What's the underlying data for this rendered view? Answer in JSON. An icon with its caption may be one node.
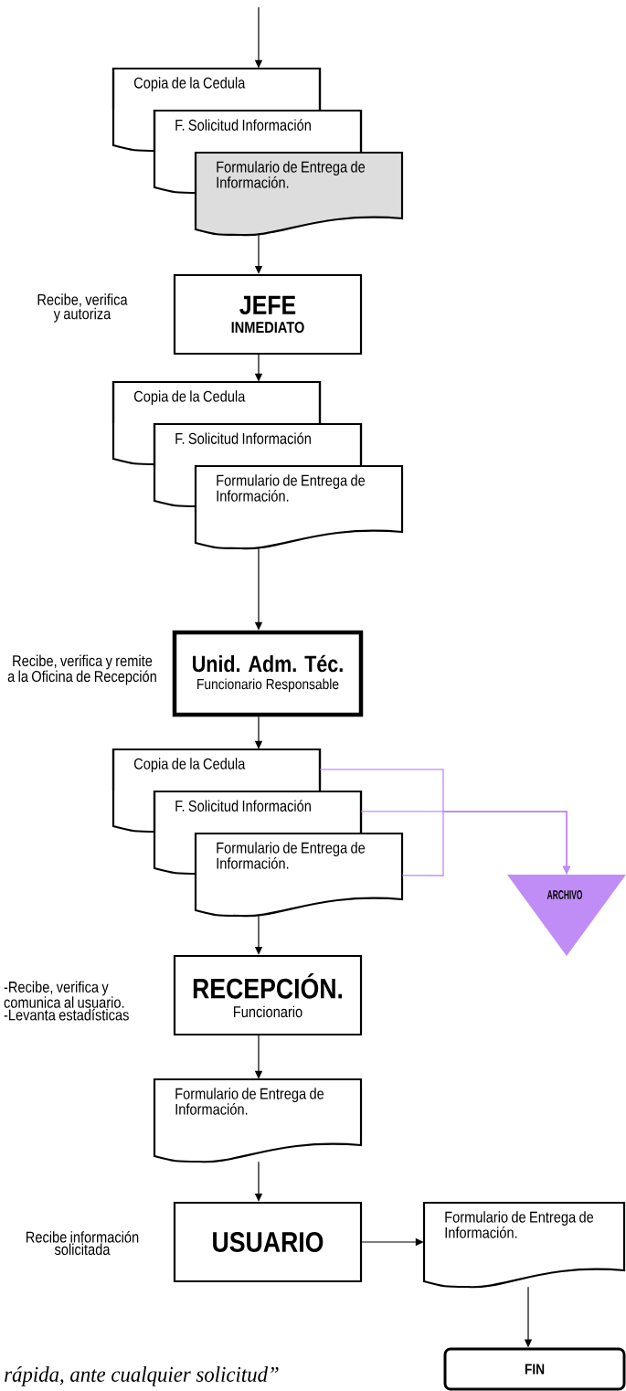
{
  "diagram": {
    "nodes": [
      {
        "text": [
          "Copia de la Cedula"
        ]
      },
      {
        "text": [
          "F. Solicitud Información"
        ]
      },
      {
        "text": [
          "Formulario de Entrega de Información."
        ]
      },
      {
        "text": [
          "JEFE",
          "INMEDIATO"
        ],
        "beside": [
          "Recibe, verifica y autoriza"
        ]
      },
      {
        "text": [
          "Copia de la Cedula"
        ]
      },
      {
        "text": [
          "F. Solicitud Información"
        ]
      },
      {
        "text": [
          "Formulario de Entrega de Información."
        ]
      },
      {
        "text": [
          "Unid. Adm.  Téc.",
          "Funcionario Responsable"
        ],
        "beside": [
          "Recibe, verifica y remite a la Oficina de Recepción"
        ]
      },
      {
        "text": [
          "Copia de la Cedula"
        ]
      },
      {
        "text": [
          "F. Solicitud Información"
        ]
      },
      {
        "text": [
          "Formulario de Entrega de Información."
        ]
      },
      {
        "text": [
          "ARCHIVO"
        ]
      },
      {
        "text": [
          "RECEPCIÓN.",
          "Funcionario"
        ],
        "beside": [
          "-Recibe, verifica y comunica al usuario. -Levanta estadísticas"
        ]
      },
      {
        "text": [
          "Formulario de Entrega de Información."
        ]
      },
      {
        "text": [
          "USUARIO"
        ],
        "beside": [
          "Recibe información solicitada"
        ]
      },
      {
        "text": [
          "Formulario de Entrega de Información."
        ]
      },
      {
        "text": [
          "FIN"
        ]
      }
    ],
    "edges": [
      {
        "from": null,
        "to": 0,
        "arrow": "to"
      },
      {
        "from": 2,
        "to": 3,
        "arrow": "to"
      },
      {
        "from": 3,
        "to": 4,
        "arrow": "to"
      },
      {
        "from": 6,
        "to": 7,
        "arrow": "to"
      },
      {
        "from": 7,
        "to": 8,
        "arrow": "to"
      },
      {
        "from": 8,
        "to": 11,
        "arrow": "to",
        "color": "#c08cf5"
      },
      {
        "from": 9,
        "to": 11,
        "arrow": "to",
        "color": "#c08cf5"
      },
      {
        "from": 10,
        "to": 11,
        "arrow": "to",
        "color": "#c08cf5"
      },
      {
        "from": 10,
        "to": 12,
        "arrow": "to"
      },
      {
        "from": 12,
        "to": 13,
        "arrow": "to"
      },
      {
        "from": 13,
        "to": 14,
        "arrow": "to"
      },
      {
        "from": 14,
        "to": 15,
        "arrow": "to"
      },
      {
        "from": 15,
        "to": 16,
        "arrow": "to"
      }
    ],
    "labels": [
      "rápida, ante cualquier solicitud”"
    ]
  }
}
